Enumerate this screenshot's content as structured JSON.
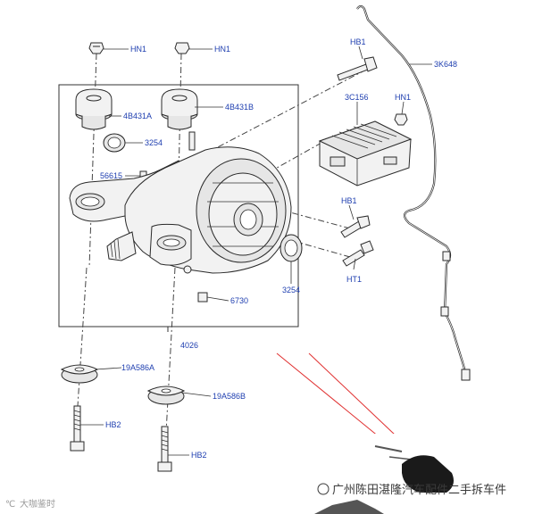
{
  "labels": {
    "hn1_a": "HN1",
    "hn1_b": "HN1",
    "hn1_c": "HN1",
    "mount_a": "4B431A",
    "mount_b": "4B431B",
    "seal_top": "3254",
    "seal_right": "3254",
    "breather": "56615",
    "plug": "6730",
    "assembly": "4026",
    "washer_a": "19A586A",
    "washer_b": "19A586B",
    "hb2_a": "HB2",
    "hb2_b": "HB2",
    "hb1_top": "HB1",
    "module": "3C156",
    "hb1_mid": "HB1",
    "ht1": "HT1",
    "harness": "3K648"
  },
  "watermark": {
    "text": "广州陈田湛隆汽车配件二手拆车件",
    "logo_text": "大咖鉴时"
  },
  "colors": {
    "label": "#1f3fb0",
    "line": "#2a2a2a",
    "arrow": "#e03030"
  }
}
